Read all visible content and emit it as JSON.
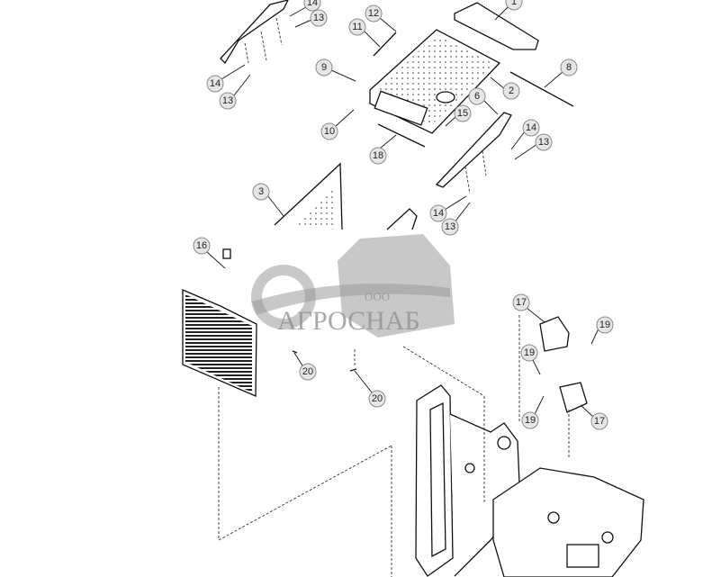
{
  "diagram": {
    "callouts": [
      "14",
      "13",
      "1",
      "12",
      "11",
      "9",
      "8",
      "2",
      "6",
      "15",
      "14",
      "13",
      "10",
      "18",
      "14",
      "13",
      "3",
      "14",
      "13",
      "16",
      "17",
      "19",
      "19",
      "19",
      "17",
      "20",
      "20"
    ]
  },
  "watermark": {
    "prefix": "ООО",
    "name": "АГРОСНАБ"
  }
}
